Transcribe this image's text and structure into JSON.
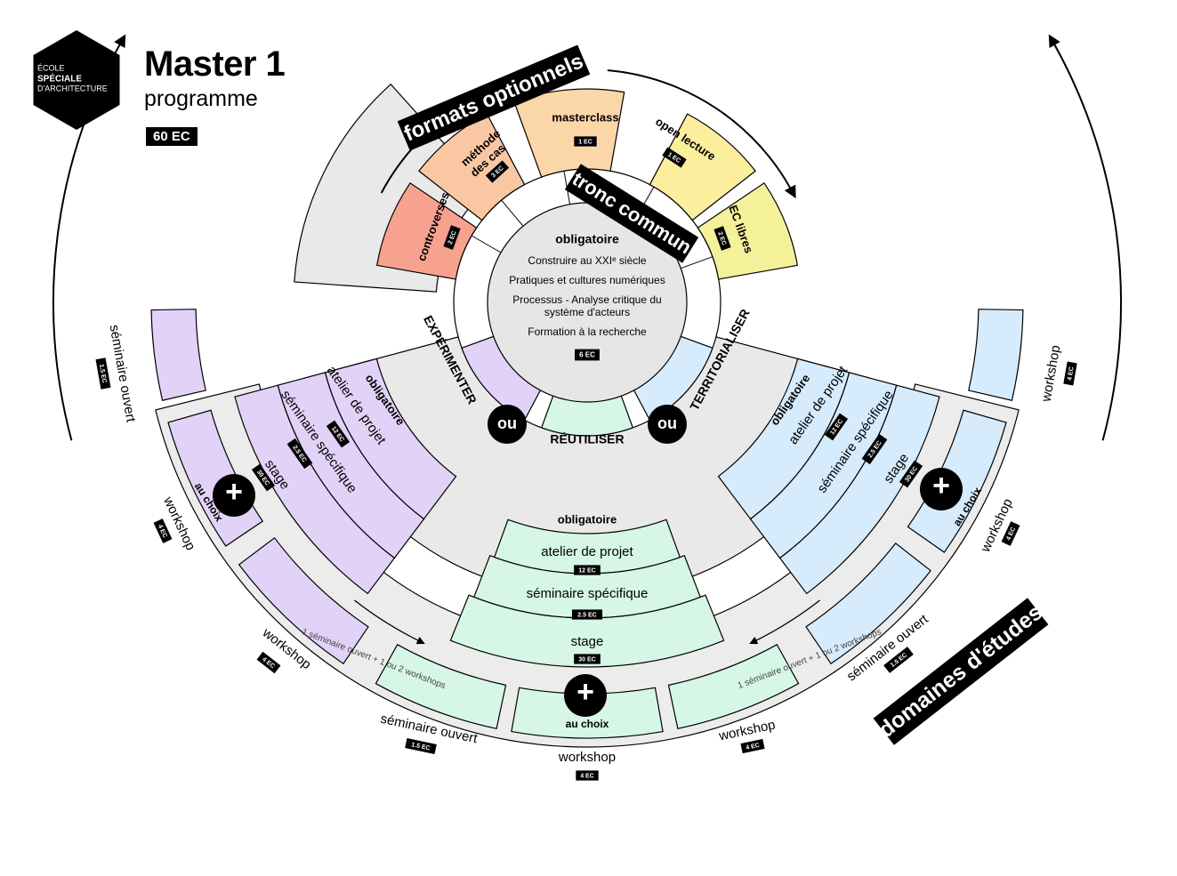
{
  "logo": {
    "line1": "ÉCOLE",
    "line2": "SPÉCIALE",
    "line3": "D'ARCHITECTURE"
  },
  "header": {
    "title": "Master 1",
    "subtitle": "programme",
    "credits": "60 EC"
  },
  "labels": {
    "optional_formats": "formats optionnels",
    "core": "tronc commun",
    "domains": "domaines d'études",
    "or": "ou",
    "plus": "+"
  },
  "core": {
    "heading": "obligatoire",
    "items": [
      "Construire au XXIᵉ siècle",
      "Pratiques et cultures numériques",
      "Processus - Analyse critique du",
      "système d'acteurs",
      "Formation à la recherche"
    ],
    "credits": "6 EC"
  },
  "optional": [
    {
      "label": "controverses",
      "credits": "2 EC",
      "color": "#f6a28f"
    },
    {
      "label": "méthode",
      "label2": "des cas",
      "credits": "3 EC",
      "color": "#f9c8a3"
    },
    {
      "label": "masterclass",
      "credits": "1 EC",
      "color": "#fbd6a8"
    },
    {
      "label": "open lecture",
      "credits": "1 EC",
      "color": "#fbef9e"
    },
    {
      "label": "EC libres",
      "credits": "2 EC",
      "color": "#f4f19a"
    }
  ],
  "domains": {
    "left": "EXPÉRIMENTER",
    "center": "RÉUTILISER",
    "right": "TERRITORIALISER"
  },
  "compulsory": {
    "heading": "obligatoire",
    "studio": "atelier de projet",
    "studio_credits": "12 EC",
    "seminar": "séminaire spécifique",
    "seminar_credits": "2.5 EC",
    "internship": "stage",
    "internship_credits": "30 EC"
  },
  "choice": {
    "label": "au choix",
    "rule": "1 séminaire ouvert + 1 ou 2 workshops",
    "open_seminar": "séminaire ouvert",
    "open_seminar_credits": "1.5 EC",
    "workshop": "workshop",
    "workshop_credits": "4 EC"
  },
  "colors": {
    "purple": "#e2d2f7",
    "green": "#d6f7e5",
    "blue": "#d6ebfb",
    "grey": "#e6e6e6",
    "core_grey": "#e6e6e6",
    "black": "#000000"
  }
}
